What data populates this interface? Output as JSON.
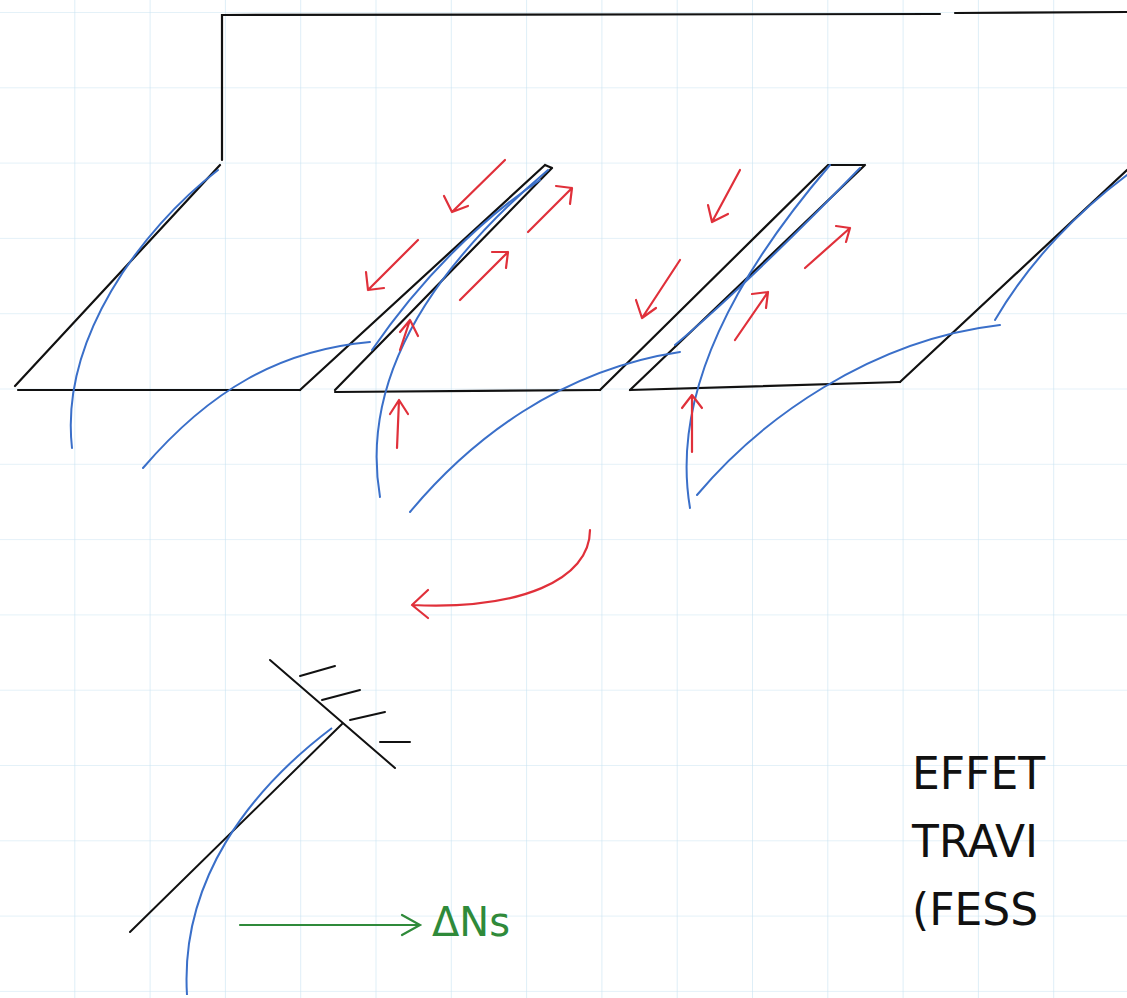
{
  "diagram": {
    "labels": [
      "ΔNs",
      "EFFET",
      "TRAVI",
      "(FESS"
    ]
  }
}
